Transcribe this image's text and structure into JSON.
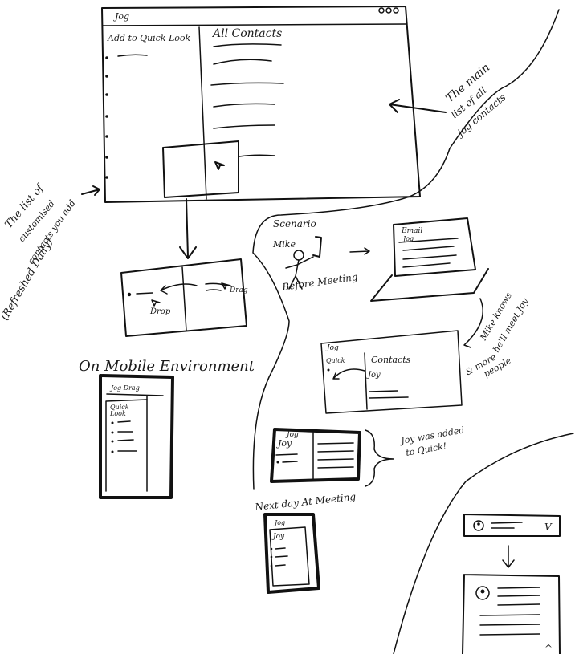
{
  "main_window": {
    "title": "Jog",
    "sidebar_header": "Add to Quick Look",
    "list_header": "All Contacts"
  },
  "annotations": {
    "main_list": [
      "The main",
      "list of all",
      "jog contacts"
    ],
    "custom_list": [
      "The list of",
      "customised",
      "contacts you add",
      "(Refreshed Daily)"
    ],
    "drop": "Drop",
    "drag": "Drag",
    "mobile_heading": "On Mobile Environment",
    "mobile_drag": "Jog Drag",
    "mobile_quick": [
      "Quick",
      "Look"
    ],
    "scenario": "Scenario",
    "mike": "Mike",
    "before_meeting": "Before Meeting",
    "email_title": "Email",
    "email_jog": "Jog",
    "mike_knows": [
      "Mike knows",
      "he'll meet Joy"
    ],
    "more_people": [
      "& more",
      "people"
    ],
    "jog_small": "Jog",
    "quick_small": "Quick",
    "contacts_small": "Contacts",
    "joy_small": "Joy",
    "jog_added_title": "Jog",
    "joy_added": "Joy",
    "joy_was_added": [
      "Joy was added",
      "to Quick!"
    ],
    "next_day": "Next day At Meeting",
    "phone_jog": "Jog",
    "phone_joy": "Joy",
    "chevron_down": "V",
    "chevron_up": "^"
  }
}
